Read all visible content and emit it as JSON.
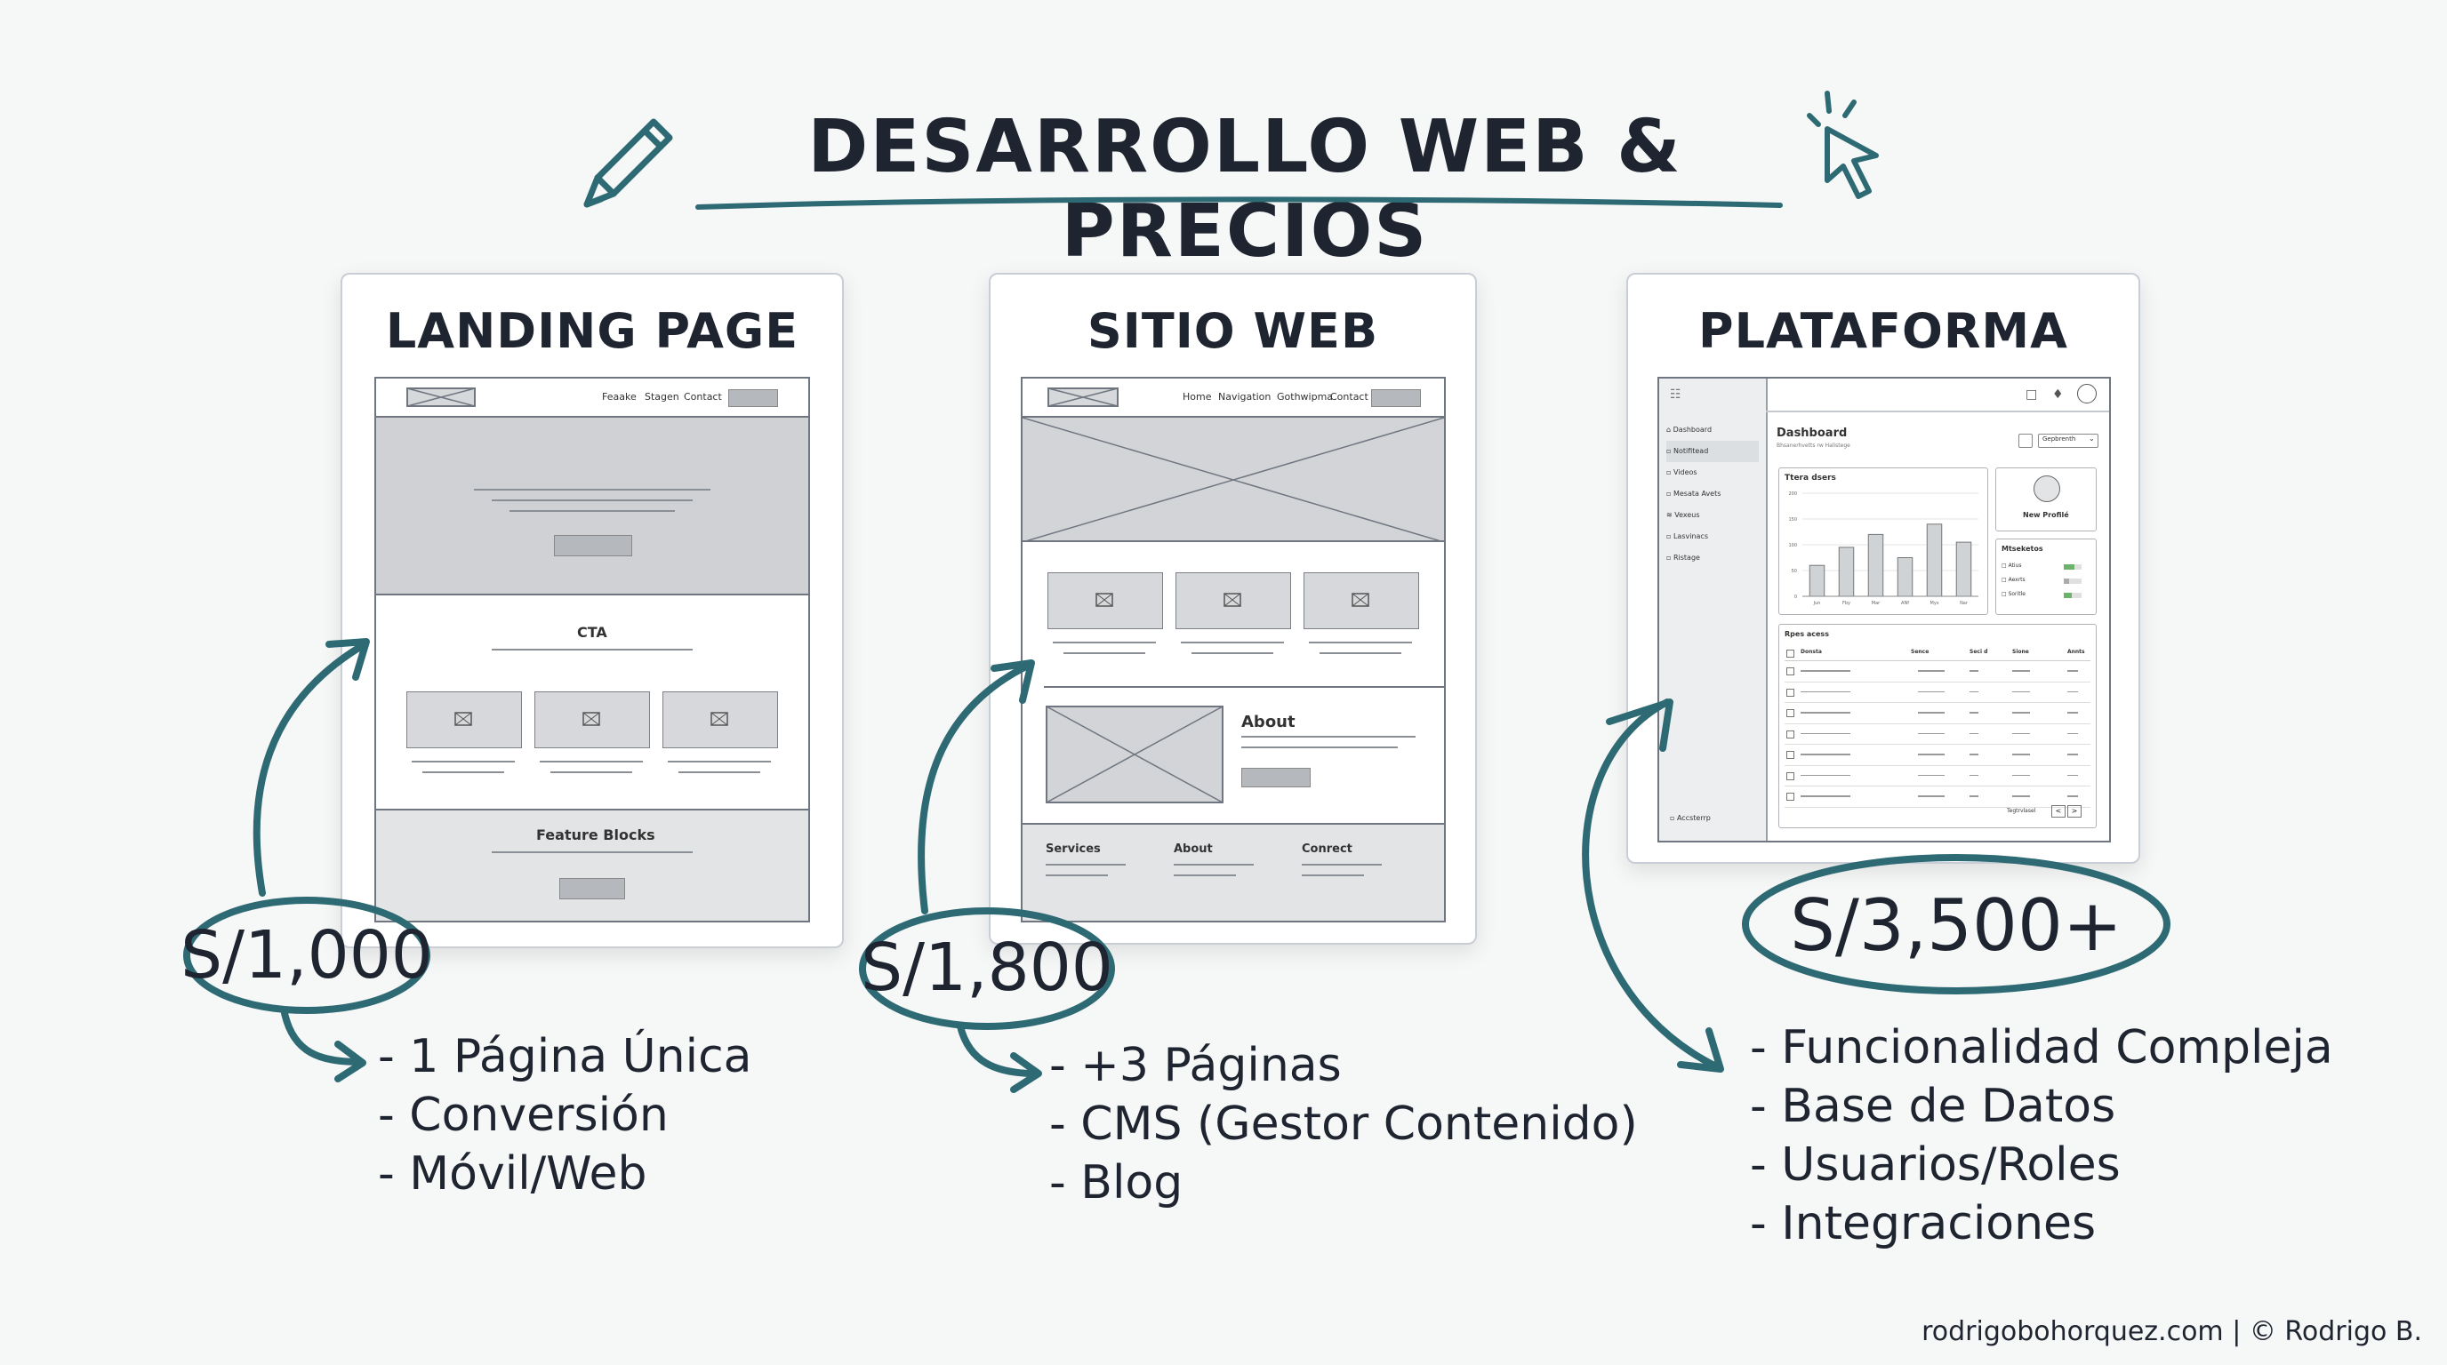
{
  "title": "DESARROLLO WEB & PRECIOS",
  "colors": {
    "accent": "#2e6a74",
    "ink": "#1f2530",
    "background": "#f6f7f7"
  },
  "cards": [
    {
      "title": "LANDING PAGE",
      "price": "S/1,000",
      "features": [
        "1 Página Única",
        "Conversión",
        "Móvil/Web"
      ],
      "wireframe": {
        "nav": [
          "Feaake",
          "Stagen",
          "Contact"
        ],
        "cta": "CTA",
        "section": "Feature Blocks"
      }
    },
    {
      "title": "SITIO WEB",
      "price": "S/1,800",
      "features": [
        "+3 Páginas",
        "CMS (Gestor Contenido)",
        "Blog"
      ],
      "wireframe": {
        "nav": [
          "Home",
          "Navigation",
          "Gothwipma",
          "Contact"
        ],
        "about": "About",
        "footer": [
          "Services",
          "About",
          "Conrect"
        ]
      }
    },
    {
      "title": "PLATAFORMA",
      "price": "S/3,500+",
      "features": [
        "Funcionalidad Compleja",
        "Base de Datos",
        "Usuarios/Roles",
        "Integraciones"
      ],
      "wireframe": {
        "sidebar": [
          "Dashboard",
          "Notifitead",
          "Videos",
          "Mesata Avets",
          "Vexeus",
          "Lasvinacs",
          "Ristage"
        ],
        "sidebar_bottom": "Accsterrp",
        "dashboard_title": "Dashboard",
        "dashboard_sub": "Bhsanerhvetts rw Halistege",
        "dropdown": "Gepbrenth",
        "chart_title": "Ttera dsers",
        "profile": "New Profilé",
        "metrics_title": "Mtseketos",
        "metrics": [
          "Atius",
          "Aexrts",
          "Soritle"
        ],
        "table_title": "Rpes acess",
        "table_headers": [
          "Donsta",
          "Sence",
          "Seci d",
          "Sione",
          "Annts"
        ],
        "pager": "Tegtrvlasel"
      }
    }
  ],
  "chart_data": {
    "type": "bar",
    "title": "Ttera dsers",
    "categories": [
      "Jun",
      "Fby",
      "Mar",
      "ANf",
      "Mys",
      "Nar"
    ],
    "values": [
      60,
      95,
      120,
      75,
      140,
      105
    ],
    "ylim": [
      0,
      200
    ],
    "yticks": [
      0,
      50,
      100,
      150,
      200
    ]
  },
  "footer": "rodrigobohorquez.com | © Rodrigo B."
}
